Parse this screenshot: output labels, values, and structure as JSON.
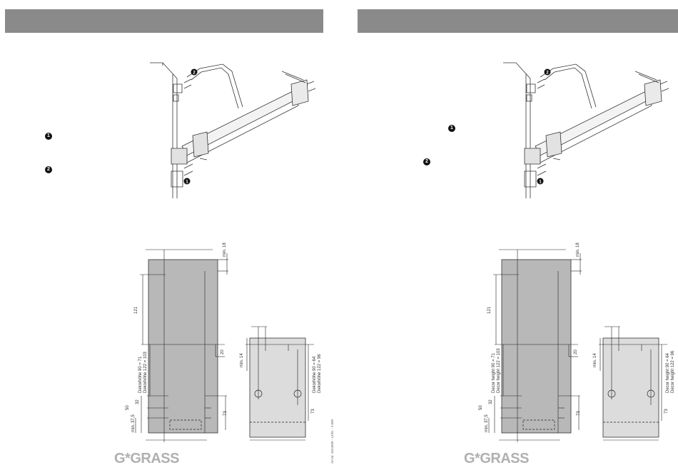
{
  "callouts": {
    "one": "1",
    "two": "2"
  },
  "logo": {
    "symbol": "G*",
    "text": "GRASS"
  },
  "article_number": "Art.Nr. 4624500 - 12/01 - 2.000",
  "left": {
    "dims": {
      "min18": "min. 18",
      "d121": "121",
      "d20": "20",
      "d73": "73",
      "d50": "50",
      "d32": "32",
      "min37": "min. 37,5",
      "decor90": "Dekorhöhe 90 = 71",
      "decor122": "Dekorhöhe 122 = 103",
      "min14": "min. 14",
      "decor90b": "Dekorhöhe 90 = 64",
      "decor122b": "Dekorhöhe 122 = 96",
      "d73b": "73"
    }
  },
  "right": {
    "dims": {
      "min18": "min. 18",
      "d121": "121",
      "d20": "20",
      "d73": "73",
      "d50": "50",
      "d32": "32",
      "min37": "min. 37,5",
      "decor90": "Decor height 90 = 71",
      "decor122": "Decor height 122 = 103",
      "min14": "min. 14",
      "decor90b": "Decor height 90 = 64",
      "decor122b": "Decor height 122 = 96",
      "d73b": "73"
    }
  },
  "colors": {
    "header": "#8a8a8a",
    "panel_dark": "#b8b8b8",
    "panel_light": "#dcdcdc",
    "logo": "#b0b0b0"
  }
}
